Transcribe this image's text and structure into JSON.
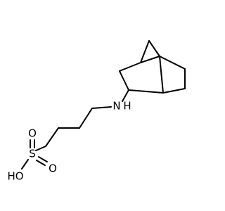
{
  "atoms": {
    "amine": "N",
    "amine_h": "H",
    "sulfur": "S",
    "oxygen_top": "O",
    "oxygen_right": "O",
    "hydroxyl": "HO"
  },
  "colors": {
    "bond": "#000000",
    "label": "#000000",
    "background": "#ffffff"
  }
}
